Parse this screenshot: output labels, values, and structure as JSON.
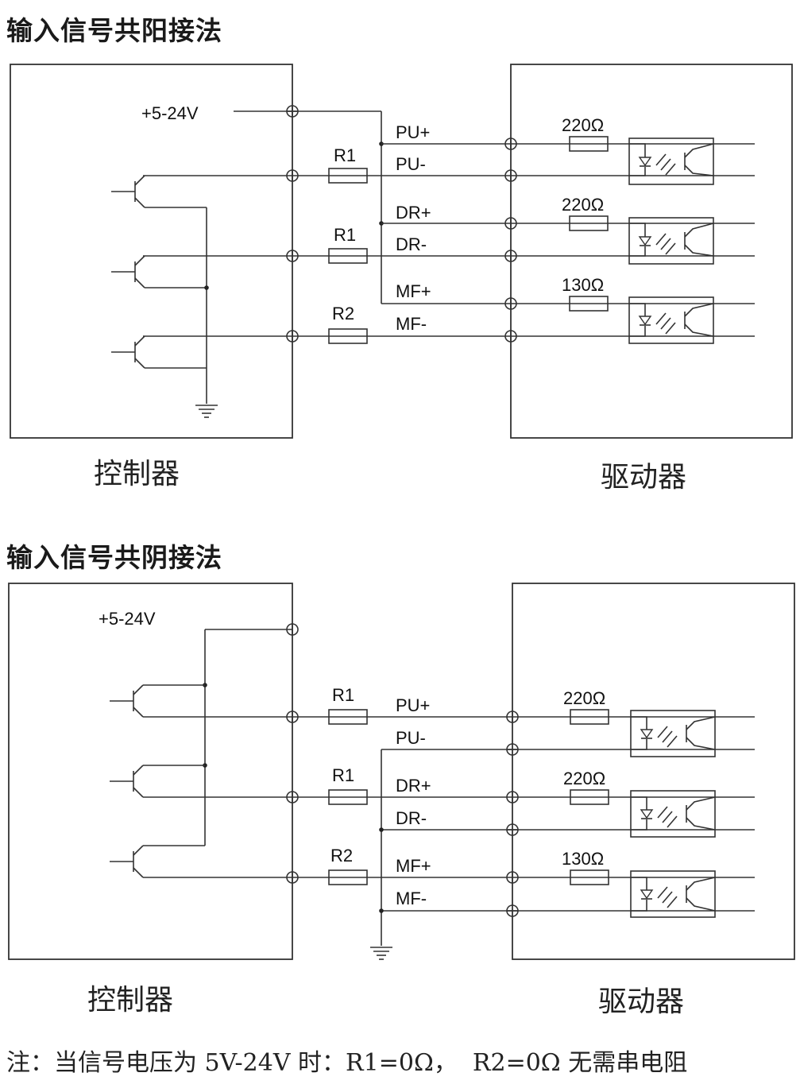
{
  "diagram1": {
    "heading": "输入信号共阳接法",
    "supply": "+5-24V",
    "controller": "控制器",
    "driver": "驱动器",
    "resistors": [
      "R1",
      "R1",
      "R2"
    ],
    "channels": [
      "PU+",
      "PU-",
      "DR+",
      "DR-",
      "MF+",
      "MF-"
    ],
    "driver_resistors": [
      "220Ω",
      "220Ω",
      "130Ω"
    ]
  },
  "diagram2": {
    "heading": "输入信号共阴接法",
    "supply": "+5-24V",
    "controller": "控制器",
    "driver": "驱动器",
    "resistors": [
      "R1",
      "R1",
      "R2"
    ],
    "channels": [
      "PU+",
      "PU-",
      "DR+",
      "DR-",
      "MF+",
      "MF-"
    ],
    "driver_resistors": [
      "220Ω",
      "220Ω",
      "130Ω"
    ]
  },
  "note": "注：当信号电压为 5V-24V 时：R1=0Ω，  R2=0Ω 无需串电阻"
}
